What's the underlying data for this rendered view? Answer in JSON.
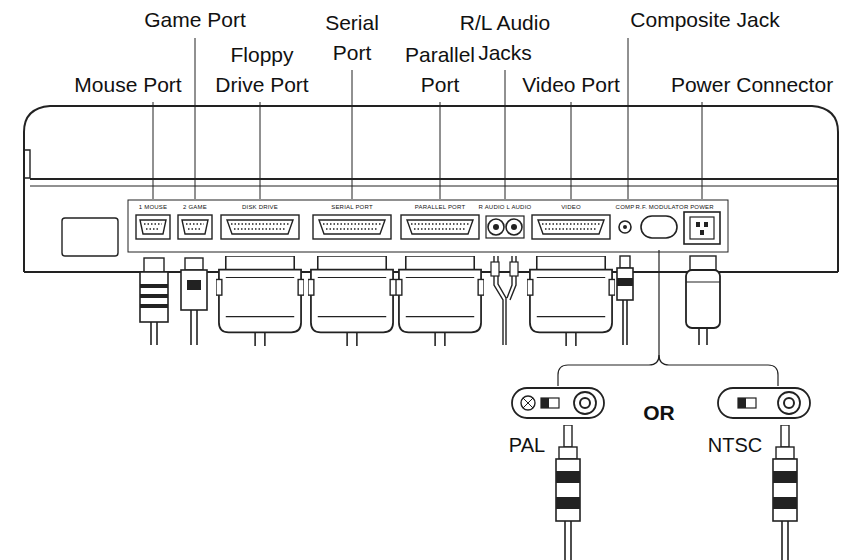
{
  "diagram": {
    "labels": [
      "Game Port",
      "Serial Port",
      "R/L Audio Jacks",
      "Composite Jack",
      "Mouse Port",
      "Floppy Drive Port",
      "Parallel Port",
      "Video Port",
      "Power Connector",
      "1 MOUSE",
      "2 GAME",
      "DISK DRIVE",
      "SERIAL PORT",
      "PARALLEL PORT",
      "R AUDIO L AUDIO",
      "VIDEO",
      "COMP",
      "R.F. MODULATOR",
      "POWER",
      "OR",
      "PAL",
      "NTSC"
    ]
  }
}
